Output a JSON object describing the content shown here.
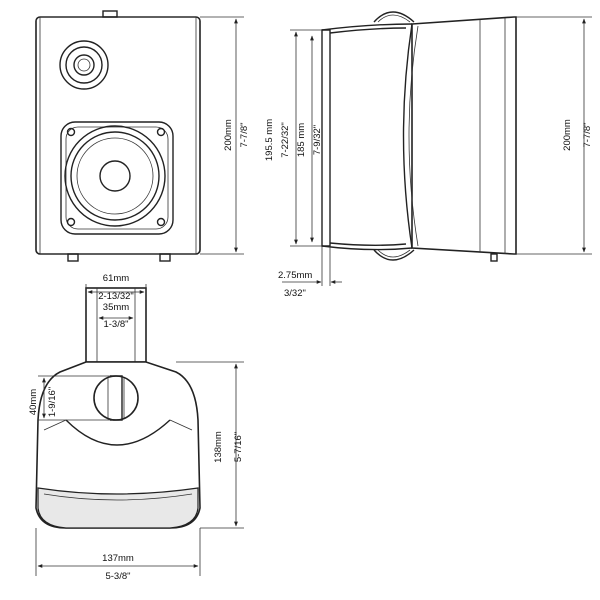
{
  "front_view": {
    "height_mm": "200mm",
    "height_in": "7-7/8\""
  },
  "side_view": {
    "bracket_height_mm": "195.5 mm",
    "bracket_height_in": "7-22/32\"",
    "inner_height_mm": "185 mm",
    "inner_height_in": "7-9/32\"",
    "height_mm": "200mm",
    "height_in": "7-7/8\"",
    "gap_mm": "2.75mm",
    "gap_in": "3/32\""
  },
  "bracket_view": {
    "top_width_mm": "61mm",
    "top_width_in": "2-13/32\"",
    "inner_width_mm": "35mm",
    "inner_width_in": "1-3/8\"",
    "knob_diameter_mm": "40mm",
    "knob_diameter_in": "1-9/16\"",
    "depth_mm": "138mm",
    "depth_in": "5-7/16\"",
    "bottom_width_mm": "137mm",
    "bottom_width_in": "5-3/8\""
  }
}
